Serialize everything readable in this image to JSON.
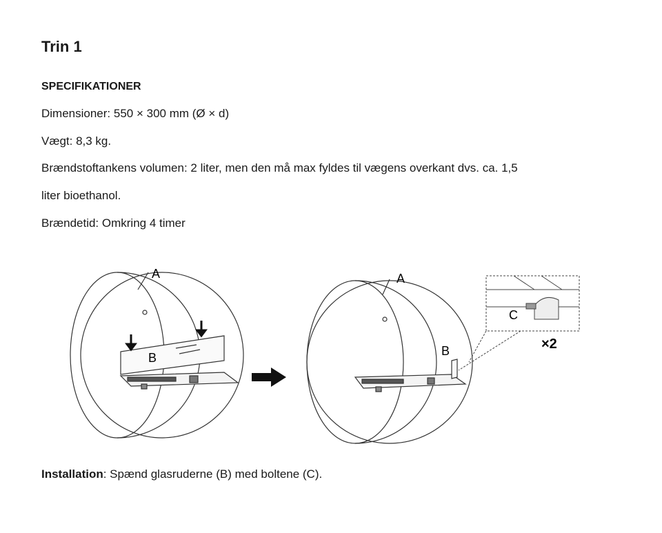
{
  "heading": "Trin 1",
  "specs": {
    "title": "SPECIFIKATIONER",
    "dimensions": "Dimensioner: 550 × 300 mm (Ø × d)",
    "weight": "Vægt: 8,3 kg.",
    "volume_line1": "Brændstoftankens volumen: 2 liter, men den må max fyldes til vægens overkant dvs. ca. 1,5",
    "volume_line2": "liter bioethanol.",
    "burn_time": "Brændetid: Omkring 4 timer"
  },
  "illustration": {
    "label_a": "A",
    "label_b": "B",
    "label_c": "C",
    "quantity": "×2",
    "icons": [
      "arrow-down-icon",
      "arrow-right-icon"
    ]
  },
  "caption": {
    "bold": "Installation",
    "text": ": Spænd glasruderne (B) med boltene (C)."
  }
}
